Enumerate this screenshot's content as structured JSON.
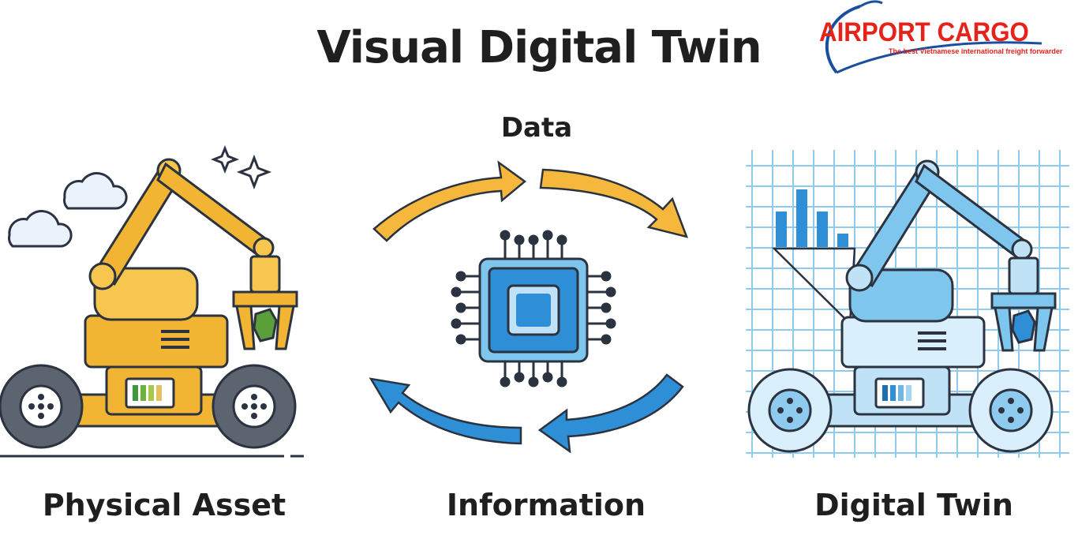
{
  "title": "Visual Digital Twin",
  "logo": {
    "brand": "AIRPORT CARGO",
    "tagline": "The best Vietnamese international freight forwarder"
  },
  "diagram": {
    "top_label": "Data",
    "left_label": "Physical Asset",
    "center_label": "Information",
    "right_label": "Digital Twin"
  },
  "colors": {
    "physical_accent": "#f2b533",
    "digital_accent": "#3aa0dc",
    "arrow_data": "#f5b83d",
    "arrow_info": "#2f8fd6",
    "logo_red": "#e5231b",
    "logo_blue": "#1a4fa0"
  }
}
